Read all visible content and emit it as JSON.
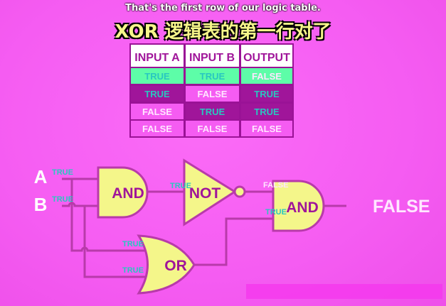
{
  "subtitles": {
    "english": "That's the first row of our logic table.",
    "chinese": "XOR 逻辑表的第一行对了"
  },
  "truth_table": {
    "headers": [
      "INPUT A",
      "INPUT B",
      "OUTPUT"
    ],
    "rows": [
      [
        "TRUE",
        "TRUE",
        "FALSE"
      ],
      [
        "TRUE",
        "FALSE",
        "TRUE"
      ],
      [
        "FALSE",
        "TRUE",
        "TRUE"
      ],
      [
        "FALSE",
        "FALSE",
        "FALSE"
      ]
    ],
    "highlighted_row": 0
  },
  "circuit": {
    "input_a_label": "A",
    "input_b_label": "B",
    "input_a_value": "TRUE",
    "input_b_value": "TRUE",
    "and1_label": "AND",
    "and1_output": "TRUE",
    "not_label": "NOT",
    "not_output": "FALSE",
    "or_label": "OR",
    "or_input_1": "TRUE",
    "or_input_2": "TRUE",
    "or_output": "TRUE",
    "and2_label": "AND",
    "final_output": "FALSE"
  },
  "colors": {
    "background": "#f55cf2",
    "gate_fill": "#f4f68a",
    "wire": "#b83aaa",
    "true_text": "#29c7c0",
    "false_text": "#ffe6ff",
    "highlight_row": "#5dfda8",
    "dark_cell": "#a0159a",
    "light_cell": "#f55cf2"
  }
}
